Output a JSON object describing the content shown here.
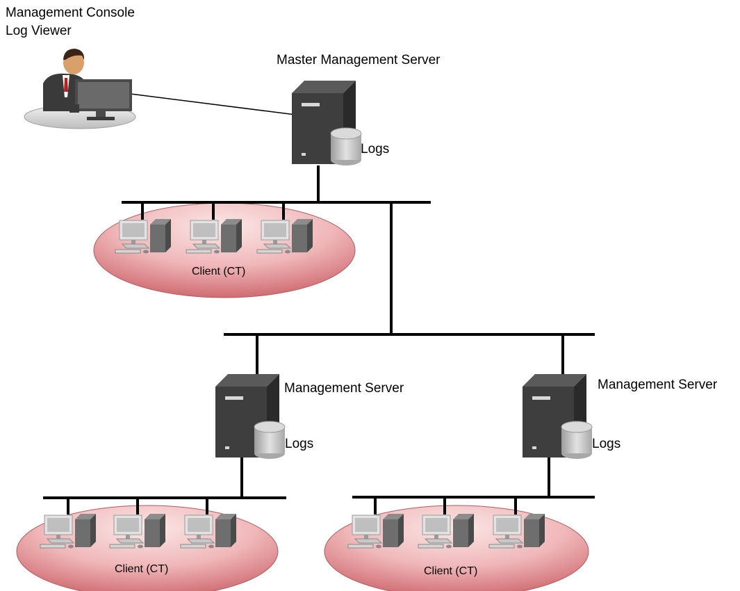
{
  "console": {
    "line1": "Management  Console",
    "line2": "Log Viewer"
  },
  "master_server": {
    "label": "Master Management  Server",
    "logs": "Logs"
  },
  "server_left": {
    "label": "Management  Server",
    "logs": "Logs"
  },
  "server_right": {
    "label": "Management  Server",
    "logs": "Logs"
  },
  "clients_top": {
    "label": "Client (CT)"
  },
  "clients_bottom_left": {
    "label": "Client (CT)"
  },
  "clients_bottom_right": {
    "label": "Client (CT)"
  },
  "colors": {
    "line": "#000000",
    "ellipse_light": "#f9dede",
    "ellipse_dark": "#d98a8e",
    "server_body": "#3c3c3c",
    "disk": "#c8c8c8",
    "pc_light": "#d9d9d9"
  }
}
